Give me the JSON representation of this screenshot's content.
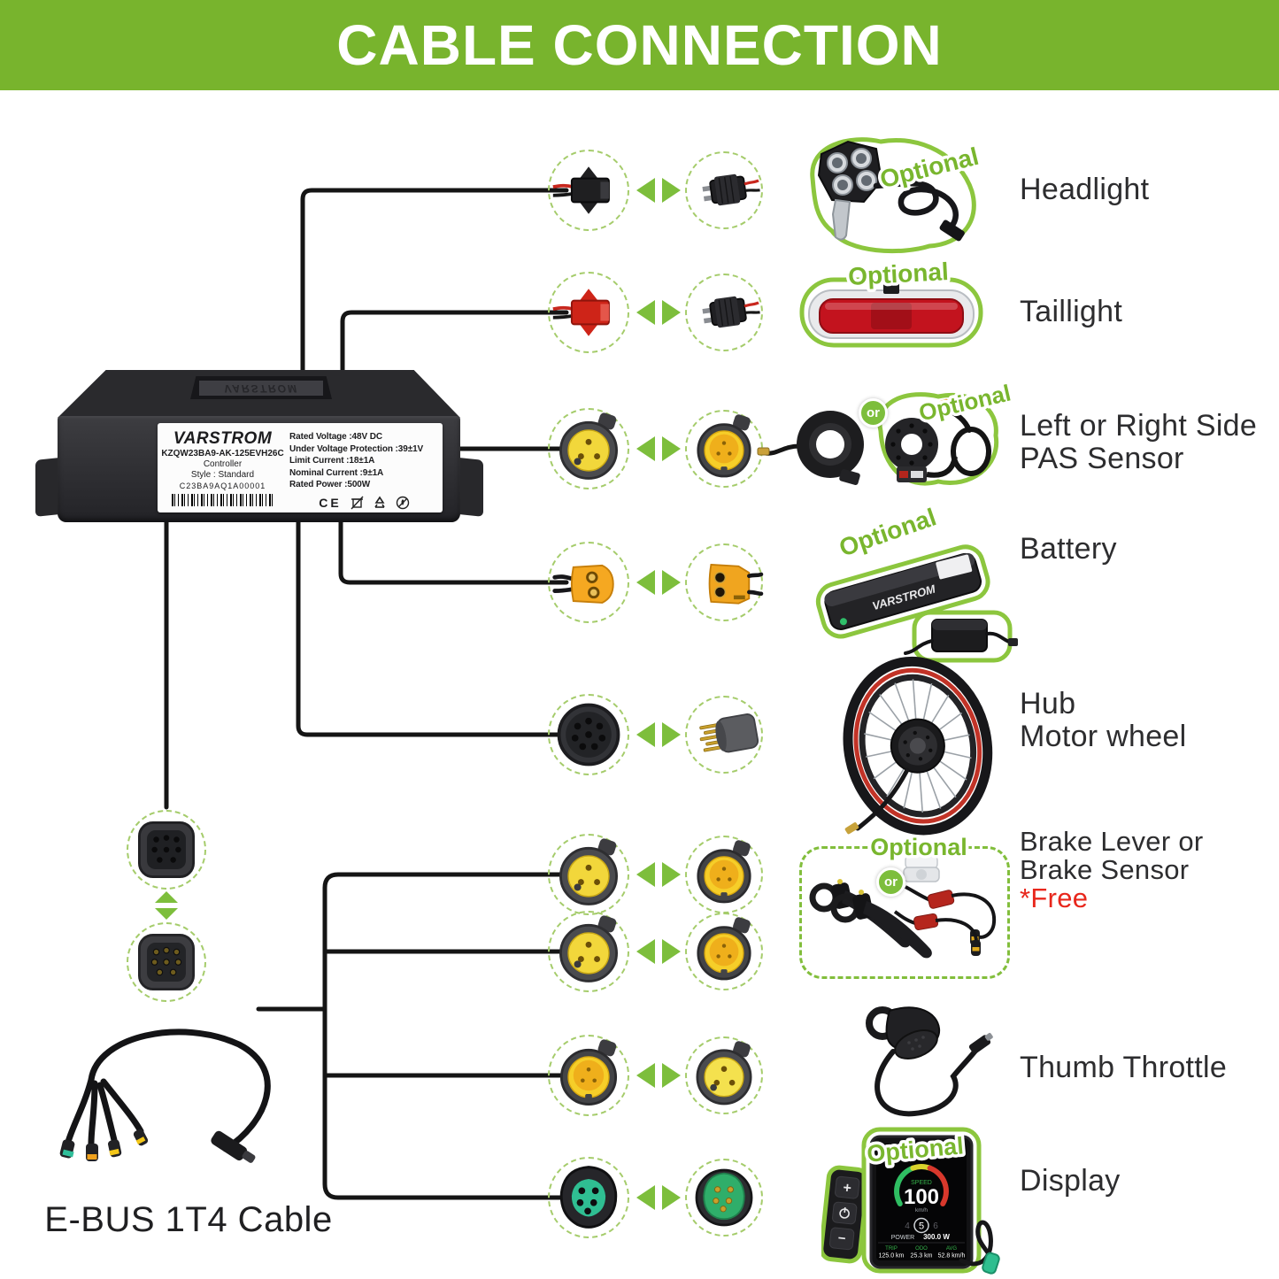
{
  "header": {
    "title": "CABLE CONNECTION"
  },
  "controller": {
    "brand": "VARSTROM",
    "model": "KZQW23BA9-AK-125EVH26C",
    "device": "Controller",
    "style": "Style : Standard",
    "serial": "C23BA9AQ1A00001",
    "specs": [
      "Rated Voltage :48V DC",
      "Under Voltage Protection :39±1V",
      "Limit Current :18±1A",
      "Nominal Current :9±1A",
      "Rated Power :500W"
    ],
    "ce_mark": "CE"
  },
  "badges": {
    "optional": "Optional",
    "or": "or"
  },
  "labels": {
    "headlight": "Headlight",
    "taillight": "Taillight",
    "pas_line1": "Left or Right Side",
    "pas_line2": "PAS Sensor",
    "battery": "Battery",
    "hub_line1": "Hub",
    "hub_line2": "Motor wheel",
    "brake_line1": "Brake Lever or",
    "brake_line2": "Brake Sensor",
    "brake_free": "*Free",
    "throttle": "Thumb Throttle",
    "display": "Display"
  },
  "ebus": {
    "label": "E-BUS 1T4 Cable"
  },
  "battery_product": {
    "brand": "VARSTROM"
  },
  "display_product": {
    "speed_label": "SPEED",
    "speed_value": "100",
    "speed_unit": "km/h",
    "level_left": "4",
    "level_mid": "5",
    "level_right": "6",
    "power_label": "POWER",
    "power_value": "300.0 W",
    "trip_label": "TRIP",
    "trip_value": "125.0 km",
    "odo_label": "ODO",
    "odo_value": "25.3 km",
    "avg_label": "AVG",
    "avg_value": "52.8 km/h",
    "remote_plus": "+",
    "remote_minus": "−"
  },
  "colors": {
    "header_green": "#78B42D",
    "accent_green": "#7DBE3C",
    "badge_green": "#79B62E",
    "free_red": "#E8271C"
  }
}
